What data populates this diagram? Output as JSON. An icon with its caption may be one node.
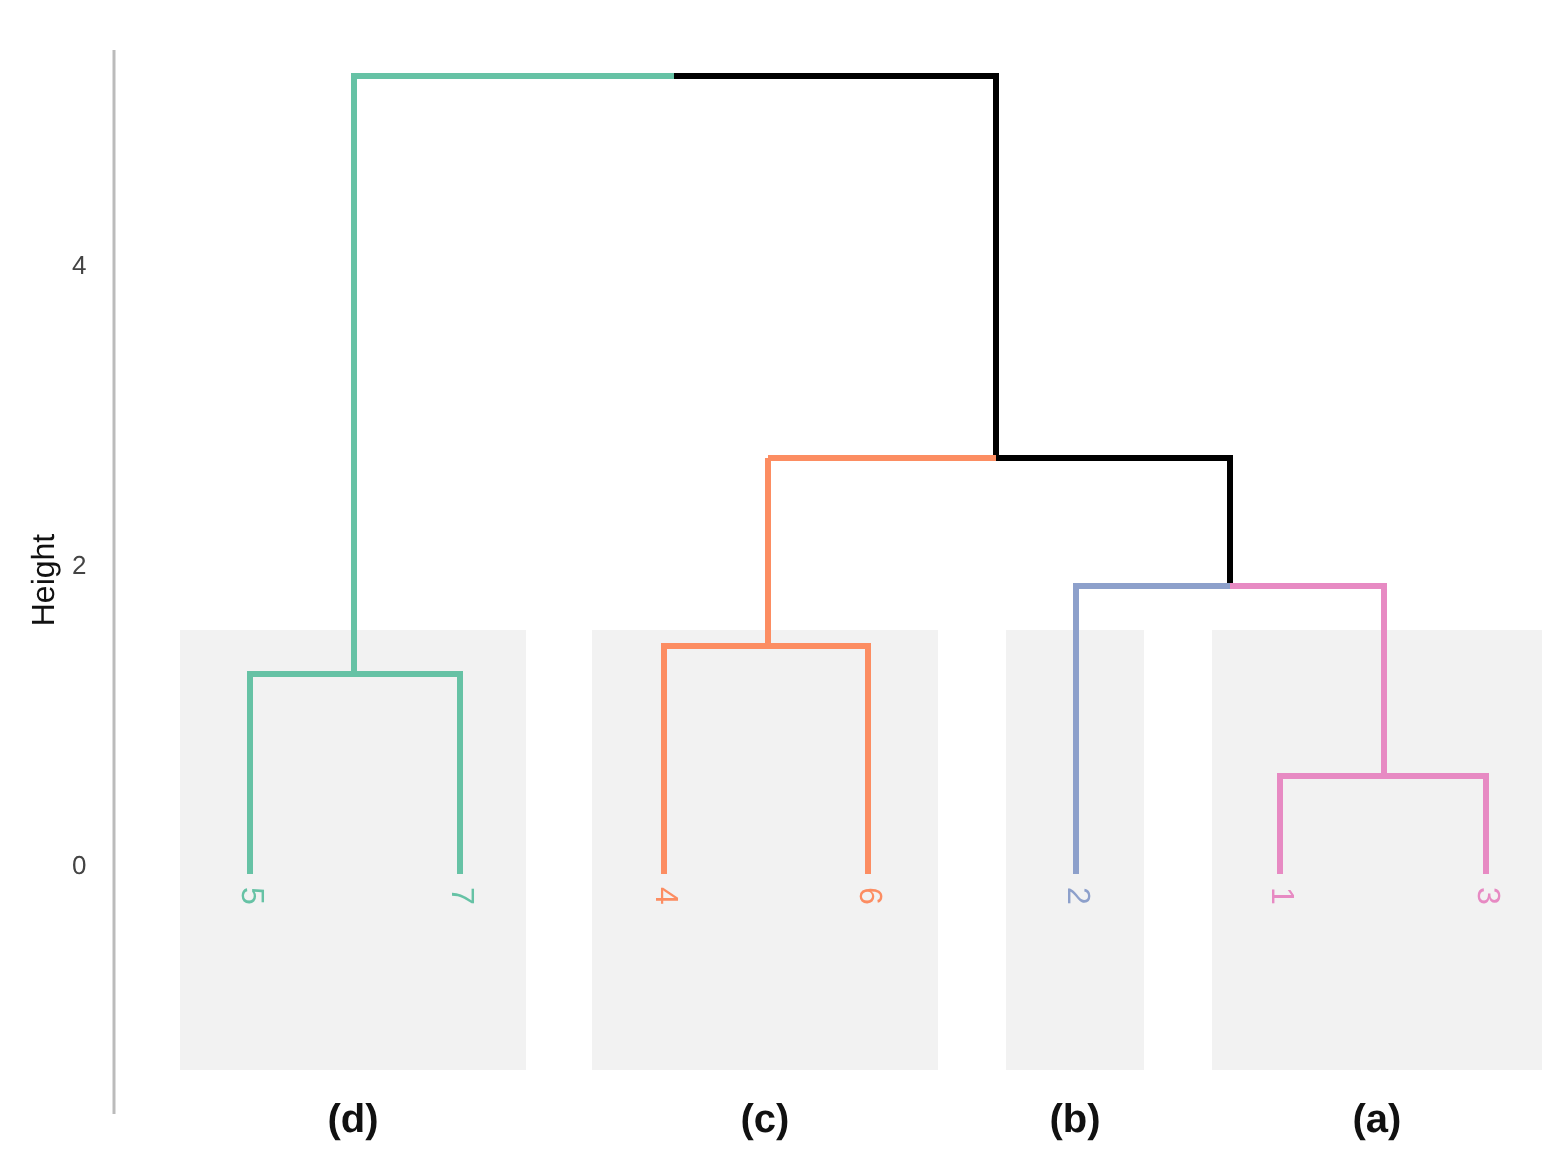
{
  "diagram": {
    "nodes": [
      {
        "text": [
          "(d)"
        ]
      },
      {
        "text": [
          "(c)"
        ]
      },
      {
        "text": [
          "(b)"
        ]
      },
      {
        "text": [
          "(a)"
        ]
      },
      {
        "text": [
          "5"
        ],
        "in": 0
      },
      {
        "text": [
          "7"
        ],
        "in": 0
      },
      {
        "text": [
          "4"
        ],
        "in": 1
      },
      {
        "text": [
          "6"
        ],
        "in": 1
      },
      {
        "text": [
          "2"
        ],
        "in": 2
      },
      {
        "text": [
          "1"
        ],
        "in": 3
      },
      {
        "text": [
          "3"
        ],
        "in": 3
      }
    ],
    "edges": [],
    "labels": [
      "Height",
      "4",
      "2",
      "0"
    ]
  }
}
